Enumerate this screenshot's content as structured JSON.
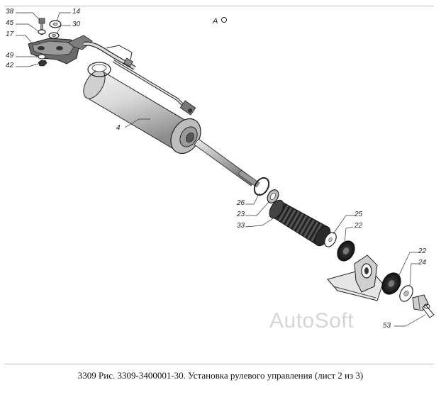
{
  "caption": "3309 Рис. 3309-3400001-30. Установка рулевого управления (лист 2 из 3)",
  "watermark": "AutoSoft",
  "view_mark": "A",
  "callouts": {
    "c38": "38",
    "c14": "14",
    "c45": "45",
    "c30": "30",
    "c17": "17",
    "c49": "49",
    "c42": "42",
    "c4": "4",
    "c26": "26",
    "c23": "23",
    "c33": "33",
    "c25": "25",
    "c22a": "22",
    "c22b": "22",
    "c24": "24",
    "c53": "53"
  }
}
